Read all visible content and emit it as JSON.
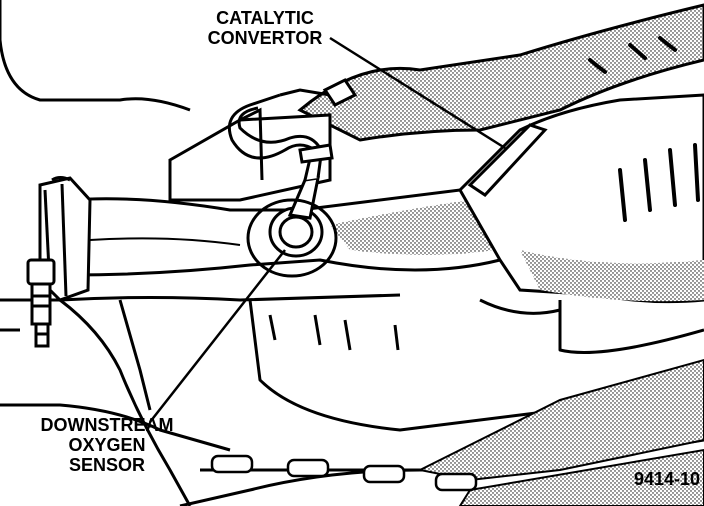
{
  "labels": {
    "catalytic_line1": "CATALYTIC",
    "catalytic_line2": "CONVERTOR",
    "downstream_line1": "DOWNSTREAM",
    "downstream_line2": "OXYGEN",
    "downstream_line3": "SENSOR"
  },
  "figure_number": "9414-10",
  "colors": {
    "ink": "#000000",
    "paper": "#ffffff",
    "shade": "#d9d9d9"
  }
}
